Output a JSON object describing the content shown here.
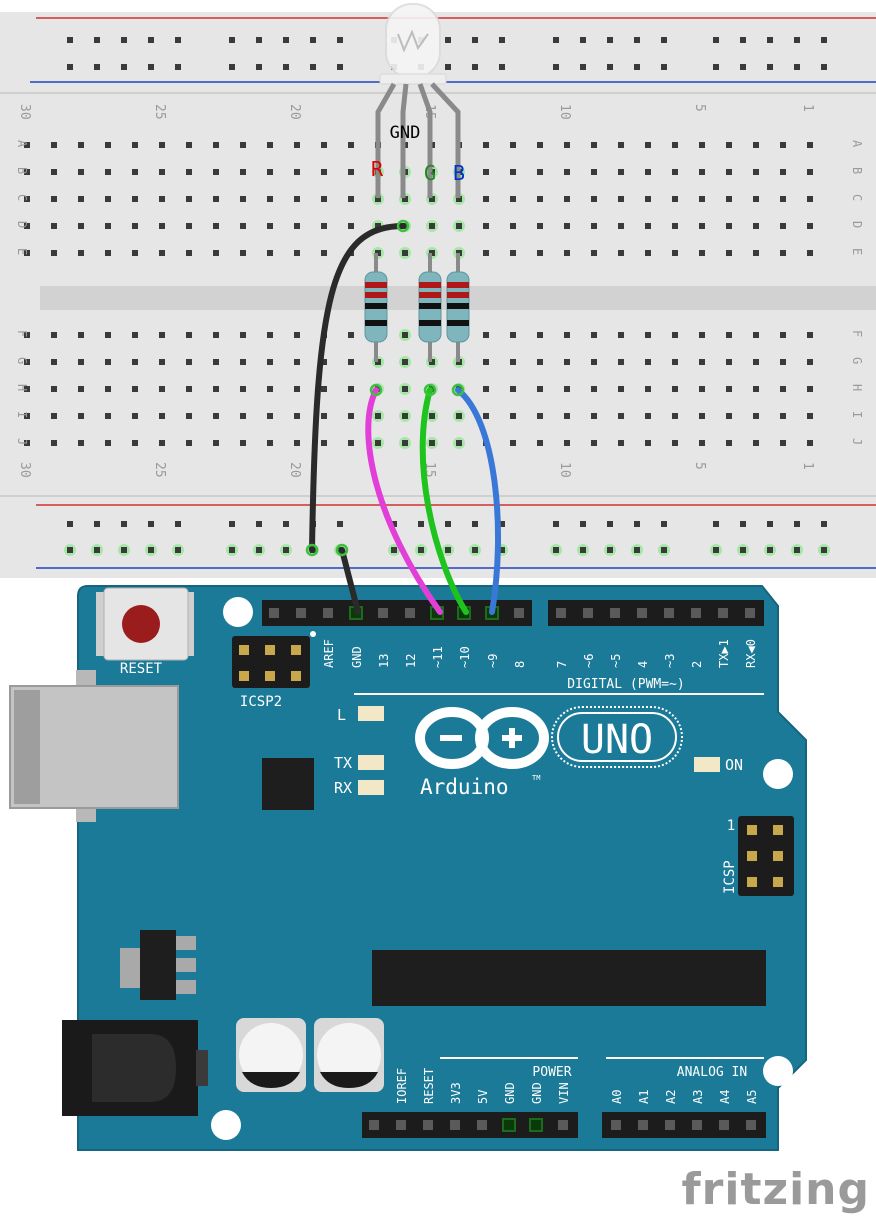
{
  "breadboard": {
    "columns_top": [
      "30",
      "25",
      "20",
      "15",
      "10",
      "5",
      "1"
    ],
    "columns_bottom": [
      "30",
      "25",
      "20",
      "15",
      "10",
      "5",
      "1"
    ],
    "rows_top": [
      "A",
      "B",
      "C",
      "D",
      "E"
    ],
    "rows_bottom": [
      "F",
      "G",
      "H",
      "I",
      "J"
    ]
  },
  "led": {
    "pin_labels": [
      "R",
      "GND",
      "G",
      "B"
    ],
    "pin_colors": [
      "#dd0000",
      "#000000",
      "#1a8a1a",
      "#0033cc"
    ]
  },
  "wires": [
    {
      "name": "gnd-wire",
      "color": "#2a2a2a"
    },
    {
      "name": "red-wire",
      "color": "#e13fd8"
    },
    {
      "name": "green-wire",
      "color": "#1ec31e"
    },
    {
      "name": "blue-wire",
      "color": "#3a78d8"
    }
  ],
  "board": {
    "reset_label": "RESET",
    "icsp2_label": "ICSP2",
    "digital_pins": [
      "AREF",
      "GND",
      "13",
      "12",
      "~11",
      "~10",
      "~9",
      "8",
      "7",
      "~6",
      "~5",
      "4",
      "~3",
      "2",
      "TX▶1",
      "RX◀0"
    ],
    "digital_label": "DIGITAL (PWM=~)",
    "l_label": "L",
    "tx_label": "TX",
    "rx_label": "RX",
    "on_label": "ON",
    "brand": "Arduino",
    "tm": "TM",
    "model": "UNO",
    "icsp_label": "ICSP",
    "icsp_pin1": "1",
    "power_label": "POWER",
    "power_pins": [
      "IOREF",
      "RESET",
      "3V3",
      "5V",
      "GND",
      "GND",
      "VIN"
    ],
    "analog_label": "ANALOG IN",
    "analog_pins": [
      "A0",
      "A1",
      "A2",
      "A3",
      "A4",
      "A5"
    ]
  },
  "watermark": "fritzing",
  "colors": {
    "board": "#1b7a98",
    "breadboard": "#e6e6e6",
    "rail_red": "#d03030",
    "rail_blue": "#2040c0"
  }
}
